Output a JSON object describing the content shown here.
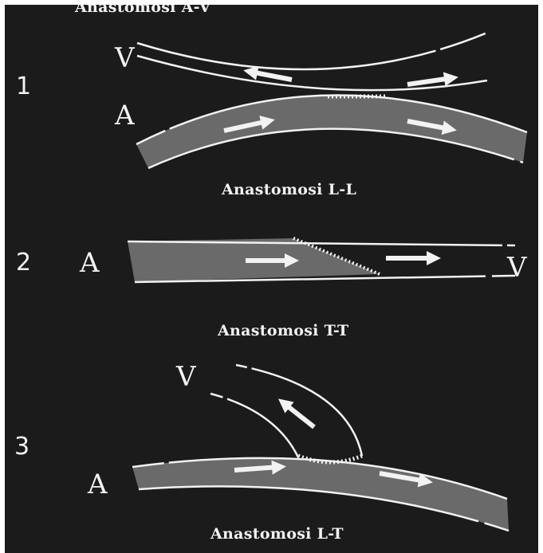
{
  "diagram": {
    "top_title": "Anastomosi A-V",
    "panels": [
      {
        "number": "1",
        "labels": [
          "V",
          "A"
        ],
        "caption": "Anastomosi L-L"
      },
      {
        "number": "2",
        "labels": [
          "A",
          "V"
        ],
        "caption": "Anastomosi T-T"
      },
      {
        "number": "3",
        "labels": [
          "V",
          "A"
        ],
        "caption": "Anastomosi L-T"
      }
    ]
  },
  "colors": {
    "background": "#1b1b1b",
    "artery_fill": "#6a6a6a",
    "vessel_outline": "#f2f2f2",
    "arrows": "#f2f2f2"
  }
}
